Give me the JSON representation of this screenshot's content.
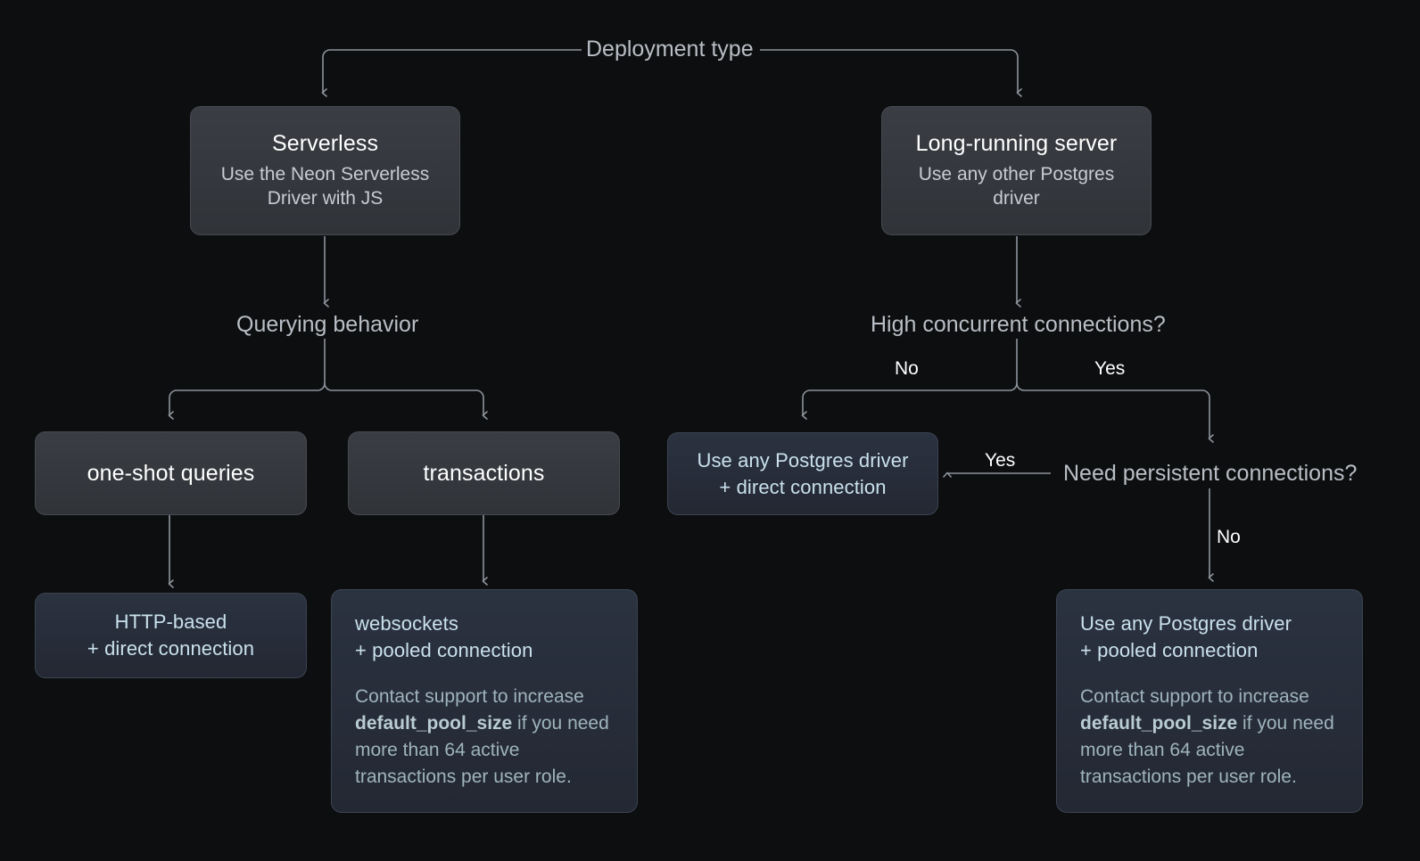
{
  "diagram": {
    "title": "Deployment type",
    "background_color": "#0d0e0f",
    "accent_color": "#c9e1ec",
    "connector_color": "#8d949c",
    "decision_labels": {
      "root": "Deployment type",
      "querying_behavior": "Querying behavior",
      "high_concurrent": "High concurrent connections?",
      "need_persistent": "Need persistent connections?"
    },
    "edge_labels": {
      "concurrent_no": "No",
      "concurrent_yes": "Yes",
      "persistent_yes": "Yes",
      "persistent_no": "No"
    },
    "nodes": {
      "serverless": {
        "title": "Serverless",
        "subtitle": "Use the Neon Serverless Driver with JS"
      },
      "long_running": {
        "title": "Long-running server",
        "subtitle": "Use any other Postgres driver"
      },
      "one_shot": {
        "title": "one-shot queries"
      },
      "transactions": {
        "title": "transactions"
      },
      "http_direct": {
        "line1": "HTTP-based",
        "line2": "+ direct connection"
      },
      "driver_direct": {
        "line1": "Use any Postgres driver",
        "line2": "+ direct connection"
      },
      "websockets_pooled": {
        "line1": "websockets",
        "line2": "+ pooled connection",
        "body_before": "Contact support to increase ",
        "body_code": "default_pool_size",
        "body_after": " if you need more than 64 active transactions per user role."
      },
      "driver_pooled": {
        "line1": "Use any Postgres driver",
        "line2": "+ pooled connection",
        "body_before": "Contact support to increase ",
        "body_code": "default_pool_size",
        "body_after": " if you need more than 64 active transactions per user role."
      }
    }
  }
}
